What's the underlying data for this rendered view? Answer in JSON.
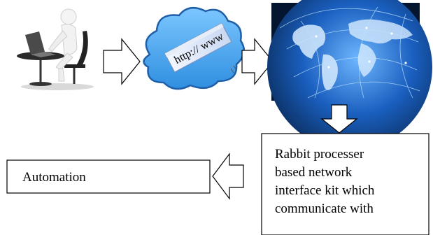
{
  "nodes": {
    "automation": {
      "label": "Automation"
    },
    "interface_kit": {
      "lines": [
        "Rabbit processer",
        "based network",
        "interface kit which",
        "communicate with"
      ]
    },
    "url_cloud": {
      "text": "http:// www"
    }
  },
  "images": {
    "user_at_laptop": "3d-person-at-laptop",
    "internet_cloud": "cloud-with-url-banner",
    "world_network": "globe-with-network-lines"
  },
  "colors": {
    "cloud_fill": "#4aa8ec",
    "cloud_stroke": "#1f5fa8",
    "globe_ocean": "#0c3a7a",
    "globe_land": "#cfe6ff",
    "box_stroke": "#000000"
  }
}
